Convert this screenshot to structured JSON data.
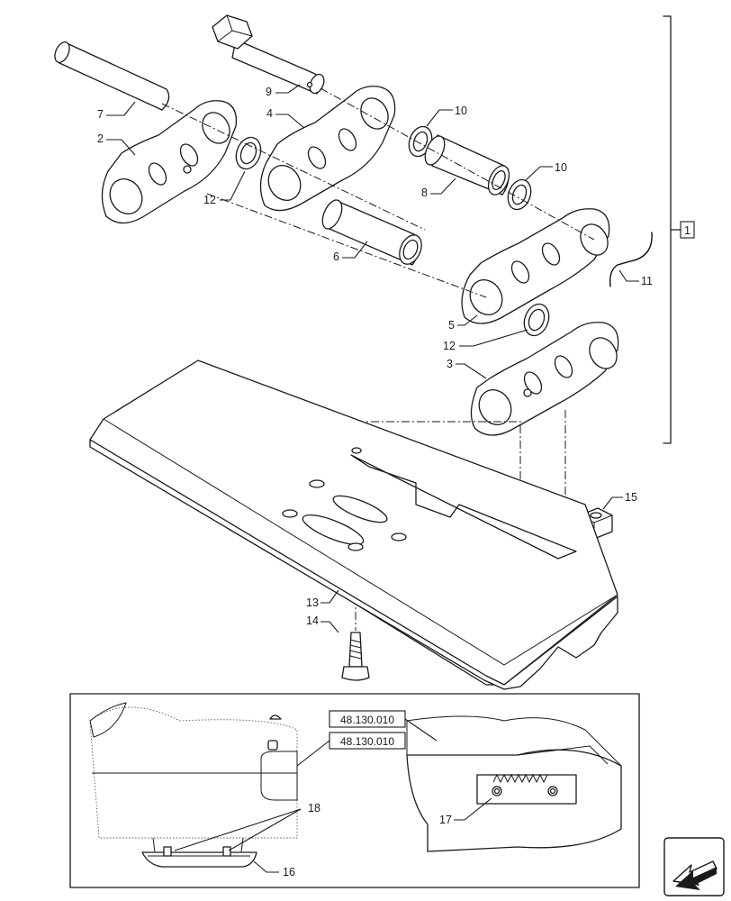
{
  "callouts": {
    "c1": "1",
    "c2": "2",
    "c3": "3",
    "c4": "4",
    "c5": "5",
    "c6": "6",
    "c7": "7",
    "c8": "8",
    "c9": "9",
    "c10a": "10",
    "c10b": "10",
    "c11": "11",
    "c12a": "12",
    "c12b": "12",
    "c13": "13",
    "c14": "14",
    "c15": "15",
    "c16": "16",
    "c17": "17",
    "c18": "18"
  },
  "references": {
    "ref_a": "48.130.010",
    "ref_b": "48.130.010"
  },
  "icons": {
    "nav": "next-page-arrow-icon"
  }
}
